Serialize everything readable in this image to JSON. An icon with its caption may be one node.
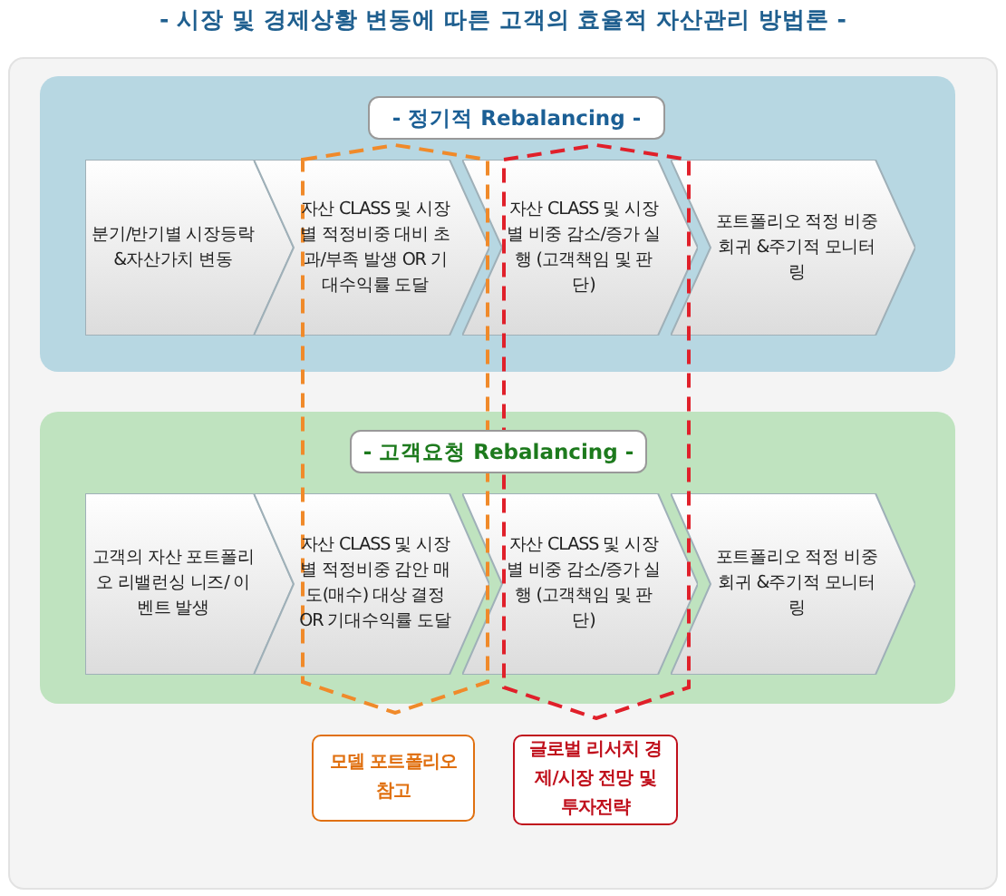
{
  "diagram": {
    "title": "- 시장 및 경제상황 변동에 따른 고객의 효율적 자산관리 방법론 -",
    "nodes": [
      {
        "text": [
          "- 정기적 Rebalancing -"
        ]
      },
      {
        "text": [
          "분기/반기별 시장등락 &자산가치 변동"
        ],
        "in": 0
      },
      {
        "text": [
          "자산 CLASS 및 시장별 적정비중 대비 초과/부족 발생 OR 기대수익률 도달"
        ],
        "in": 0
      },
      {
        "text": [
          "자산 CLASS 및 시장별 비중 감소/증가 실행 (고객책임 및 판단)"
        ],
        "in": 0
      },
      {
        "text": [
          "포트폴리오 적정 비중 회귀 &주기적 모니터링"
        ],
        "in": 0
      },
      {
        "text": [
          "- 고객요청 Rebalancing -"
        ]
      },
      {
        "text": [
          "고객의 자산 포트폴리오 리밸런싱 니즈/ 이벤트 발생"
        ],
        "in": 5
      },
      {
        "text": [
          "자산 CLASS 및 시장별 적정비중 감안 매도(매수) 대상 결정 OR 기대수익률 도달"
        ],
        "in": 5
      },
      {
        "text": [
          "자산 CLASS 및 시장별 비중 감소/증가 실행 (고객책임 및 판단)"
        ],
        "in": 5
      },
      {
        "text": [
          "포트폴리오 적정 비중 회귀 &주기적 모니터링"
        ],
        "in": 5
      },
      {
        "text": [
          "모델 포트폴리오 참고"
        ]
      },
      {
        "text": [
          "글로벌 리서치 경제/시장 전망 및 투자전략"
        ]
      },
      {
        "text": [],
        "shape": "pentagon"
      },
      {
        "text": [],
        "shape": "pentagon"
      }
    ]
  }
}
